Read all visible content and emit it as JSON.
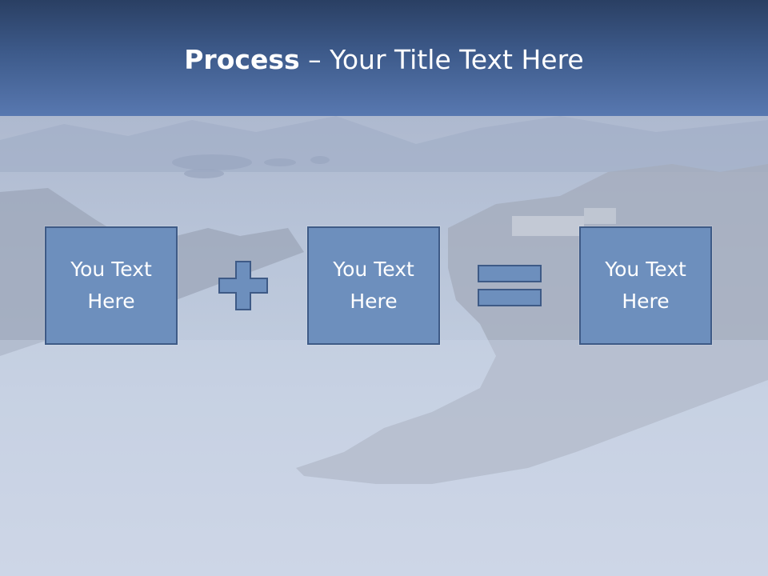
{
  "slide": {
    "title_bold": "Process",
    "title_rest": " – Your Title Text Here"
  },
  "process": {
    "boxes": [
      {
        "line1": "You Text",
        "line2": "Here"
      },
      {
        "line1": "You Text",
        "line2": "Here"
      },
      {
        "line1": "You Text",
        "line2": "Here"
      }
    ],
    "operators": [
      "plus-icon",
      "equals-icon"
    ]
  },
  "colors": {
    "header_top": "#2a3f63",
    "header_bottom": "#5878b0",
    "box_fill": "#6d8fbd",
    "box_border": "#3e5a86",
    "text": "#ffffff"
  }
}
